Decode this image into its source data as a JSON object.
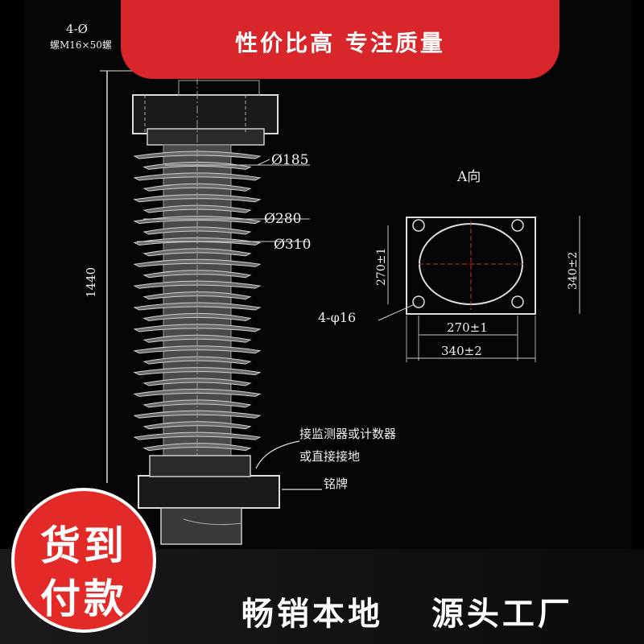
{
  "banner": {
    "text": "性价比高 专注质量",
    "color": "#d8262b"
  },
  "badge": {
    "line1": "货到",
    "line2": "付款",
    "color": "#e32a26"
  },
  "slogan": {
    "left": "畅销本地",
    "right": "源头工厂"
  },
  "drawing": {
    "top_left_label_1": "4-Ø",
    "top_left_label_2": "螺M16×50螺",
    "height_dim": "1440",
    "dia_1": "Ø185",
    "dia_2": "Ø280",
    "dia_3": "Ø310",
    "view_label": "A向",
    "hole_spec": "4-φ16",
    "h_inner": "270±1",
    "h_outer": "340±2",
    "v_inner": "270±1",
    "v_outer": "340±2",
    "note_1": "接监测器或计数器",
    "note_2": "或直接接地",
    "note_3": "铭牌"
  }
}
